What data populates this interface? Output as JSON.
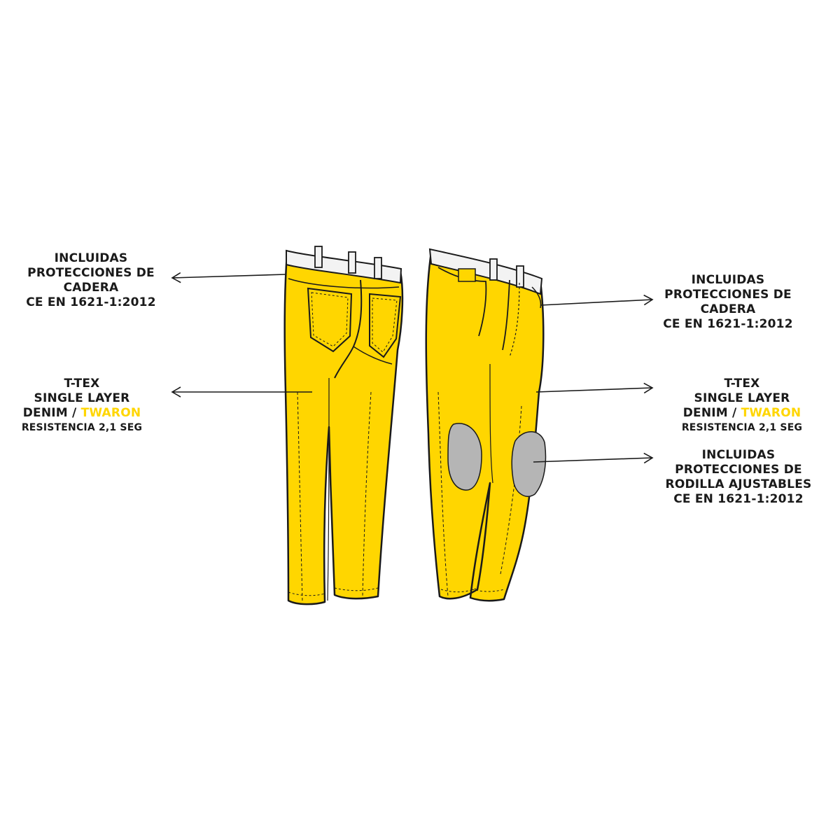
{
  "colors": {
    "fabric": "#ffd600",
    "outline": "#1a1a1a",
    "belt": "#f3f3f3",
    "knee_pad": "#b5b5b5",
    "accent_text": "#ffd600"
  },
  "callouts": {
    "left_hip": {
      "lines": [
        "INCLUIDAS",
        "PROTECCIONES DE",
        "CADERA",
        "CE EN 1621-1:2012"
      ]
    },
    "left_fabric": {
      "line1": "T-TEX",
      "line2": "SINGLE LAYER",
      "line3_prefix": "DENIM / ",
      "line3_accent": "TWARON",
      "line4": "RESISTENCIA 2,1 SEG"
    },
    "right_hip": {
      "lines": [
        "INCLUIDAS",
        "PROTECCIONES DE",
        "CADERA",
        "CE EN 1621-1:2012"
      ]
    },
    "right_fabric": {
      "line1": "T-TEX",
      "line2": "SINGLE LAYER",
      "line3_prefix": "DENIM / ",
      "line3_accent": "TWARON",
      "line4": "RESISTENCIA 2,1 SEG"
    },
    "right_knee": {
      "lines": [
        "INCLUIDAS",
        "PROTECCIONES DE",
        "RODILLA AJUSTABLES",
        "CE EN 1621-1:2012"
      ]
    }
  }
}
